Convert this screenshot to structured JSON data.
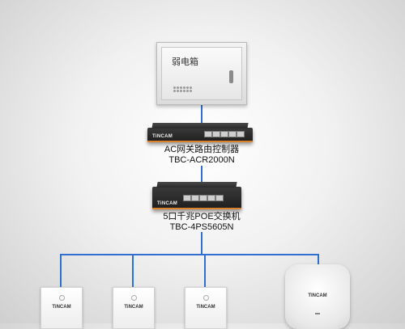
{
  "cabinet": {
    "label": "弱电箱"
  },
  "router": {
    "name": "AC网关路由控制器",
    "model": "TBC-ACR2000N",
    "brand": "TiNCAM",
    "ports": 5
  },
  "switch": {
    "name": "5口千兆POE交换机",
    "model": "TBC-4PS5605N",
    "brand": "TiNCAM",
    "ports": 5
  },
  "access_points": [
    {
      "type": "wall-panel",
      "brand": "TiNCAM"
    },
    {
      "type": "wall-panel",
      "brand": "TiNCAM"
    },
    {
      "type": "wall-panel",
      "brand": "TiNCAM"
    },
    {
      "type": "ceiling",
      "brand": "TINCAM"
    }
  ],
  "colors": {
    "cable": "#2f6fd0",
    "accent": "#d9822b"
  }
}
